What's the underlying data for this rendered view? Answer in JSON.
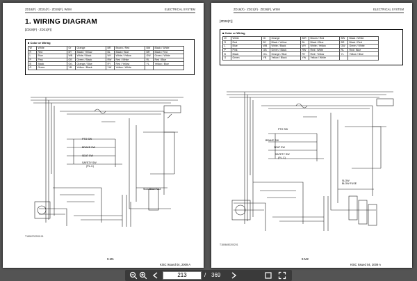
{
  "left_page": {
    "header_left": "ZD18(F) · ZD21(F) · ZD28(F), WSM",
    "header_right": "ELECTRICAL SYSTEM",
    "heading": "1.  WIRING DIAGRAM",
    "model_label": "[ZD18(F) · ZD21(F)]",
    "legend_title": "■ Color or Wiring",
    "legend_rows": [
      [
        "W",
        "White",
        "Or",
        "Orange",
        "BR",
        "Brown / Red",
        "BW",
        "Black / White"
      ],
      [
        "R",
        "Red",
        "BY",
        "Black / Yellow",
        "BL",
        "Black / Blue",
        "BR",
        "Black / Red"
      ],
      [
        "L",
        "Blue",
        "WB",
        "White / Black",
        "WY",
        "White / Yellow",
        "GW",
        "Green / White"
      ],
      [
        "P",
        "Pink",
        "GB",
        "Green / Black",
        "RW",
        "Red / White",
        "RL",
        "Red / Blue"
      ],
      [
        "B",
        "Black",
        "OrL",
        "Orange / Blue",
        "RY",
        "Red / Yellow",
        "YL",
        "Yellow / Blue"
      ],
      [
        "G",
        "Green",
        "YB",
        "Yellow / Black",
        "YW",
        "Yellow / White",
        "",
        ""
      ]
    ],
    "labels": {
      "pto": "PTO SW",
      "brake": "BRAKE SW",
      "seat": "SEAT SW",
      "safety": "SAFETY SW",
      "safety_sub": "(P.L.C)",
      "fuse": "Slow Blow Fuse"
    },
    "figure_id": "T1806702200101",
    "page_number": "9-M1",
    "issue": "KiSC issued 04, 2009 A"
  },
  "right_page": {
    "header_left": "ZD18(F) · ZD21(F) · ZD28(F), WSM",
    "header_right": "ELECTRICAL SYSTEM",
    "model_label": "[ZD28(F)]",
    "legend_title": "■ Color or Wiring",
    "legend_rows": [
      [
        "W",
        "White",
        "Or",
        "Orange",
        "BrR",
        "Brown / Red",
        "BW",
        "Black / White"
      ],
      [
        "R",
        "Red",
        "BY",
        "Black / Yellow",
        "BL",
        "Black / Blue",
        "BR",
        "Black / Red"
      ],
      [
        "L",
        "Blue",
        "WB",
        "White / Black",
        "WY",
        "White / Yellow",
        "GW",
        "Green / White"
      ],
      [
        "P",
        "Pink",
        "GB",
        "Green / Black",
        "RW",
        "Red / White",
        "RL",
        "Red / Blue"
      ],
      [
        "B",
        "Black",
        "OrL",
        "Orange / Blue",
        "RY",
        "Red / Yellow",
        "YL",
        "Yellow / Blue"
      ],
      [
        "G",
        "Green",
        "YB",
        "Yellow / Black",
        "YW",
        "Yellow / White",
        "",
        ""
      ]
    ],
    "labels": {
      "pto": "PTO SW",
      "brake": "BRAKE SW",
      "seat": "SEAT SW",
      "safety": "SAFETY SW",
      "safety_sub": "(P.L.C)",
      "fuse": "SLOW BLOW FUSE"
    },
    "figure_id": "T1806450200201",
    "page_number": "9-M2",
    "issue": "KiSC issued 04, 2009 A"
  },
  "toolbar": {
    "current_page": "213",
    "separator": "/",
    "total_pages": "369",
    "icons": [
      "zoom-out-icon",
      "zoom-in-icon",
      "prev-page-icon",
      "next-page-icon",
      "fit-page-icon",
      "fullscreen-icon"
    ]
  }
}
